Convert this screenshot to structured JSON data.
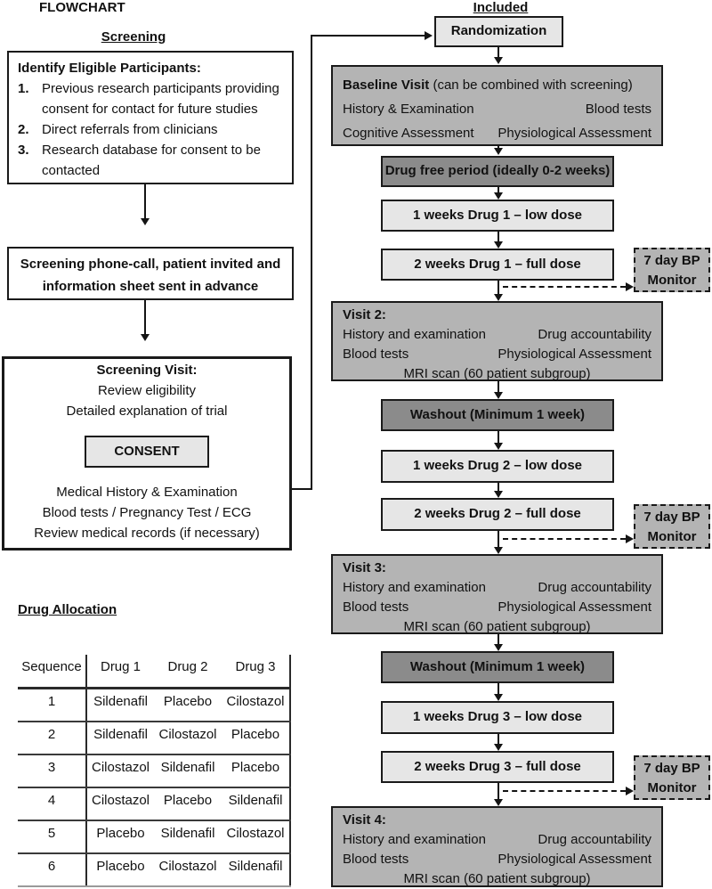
{
  "colors": {
    "box_light": "#e6e6e6",
    "box_medium": "#b4b4b4",
    "box_dark": "#8b8b8b",
    "border": "#1a1a1a"
  },
  "header": {
    "flowchart": "FLOWCHART"
  },
  "screening": {
    "heading": "Screening",
    "identify": {
      "title": "Identify Eligible Participants:",
      "items": [
        {
          "num": "1.",
          "text": "Previous research participants providing"
        },
        {
          "num": "",
          "text": "consent for contact for future studies"
        },
        {
          "num": "2.",
          "text": "Direct referrals from clinicians"
        },
        {
          "num": "3.",
          "text": "Research database for consent to be"
        },
        {
          "num": "",
          "text": "contacted"
        }
      ]
    },
    "phone_call": {
      "line1": "Screening phone-call, patient invited and",
      "line2": "information sheet sent in advance"
    },
    "visit": {
      "title": "Screening Visit:",
      "line1": "Review eligibility",
      "line2": "Detailed explanation of trial",
      "consent": "CONSENT",
      "line3": "Medical History & Examination",
      "line4": "Blood tests / Pregnancy Test / ECG",
      "line5": "Review medical records (if necessary)"
    }
  },
  "drug_allocation": {
    "heading": "Drug Allocation",
    "columns": [
      "Sequence",
      "Drug 1",
      "Drug 2",
      "Drug 3"
    ],
    "rows": [
      [
        "1",
        "Sildenafil",
        "Placebo",
        "Cilostazol"
      ],
      [
        "2",
        "Sildenafil",
        "Cilostazol",
        "Placebo"
      ],
      [
        "3",
        "Cilostazol",
        "Sildenafil",
        "Placebo"
      ],
      [
        "4",
        "Cilostazol",
        "Placebo",
        "Sildenafil"
      ],
      [
        "5",
        "Placebo",
        "Sildenafil",
        "Cilostazol"
      ],
      [
        "6",
        "Placebo",
        "Cilostazol",
        "Sildenafil"
      ]
    ]
  },
  "included": {
    "heading": "Included",
    "randomization": "Randomization",
    "baseline": {
      "title_bold": "Baseline Visit",
      "title_rest": " (can be combined with screening)",
      "row1_left": "History & Examination",
      "row1_right": "Blood tests",
      "row2_left": "Cognitive Assessment",
      "row2_right": "Physiological Assessment"
    },
    "drug_free": "Drug free period (ideally 0-2 weeks)",
    "washout": "Washout (Minimum 1 week)",
    "doses": {
      "d1_low": "1 weeks Drug 1 – low dose",
      "d1_full": "2 weeks Drug 1 – full dose",
      "d2_low": "1 weeks Drug 2 – low dose",
      "d2_full": "2 weeks Drug 2 – full dose",
      "d3_low": "1 weeks Drug 3 – low dose",
      "d3_full": "2 weeks Drug 3 – full dose"
    },
    "bp_monitor": {
      "line1": "7 day BP",
      "line2": "Monitor"
    },
    "visits": [
      {
        "title": "Visit 2:",
        "row1_left": "History and examination",
        "row1_right": "Drug accountability",
        "row2_left": "Blood tests",
        "row2_right": "Physiological Assessment",
        "row3": "MRI scan (60 patient subgroup)"
      },
      {
        "title": "Visit 3:",
        "row1_left": "History and examination",
        "row1_right": "Drug accountability",
        "row2_left": "Blood tests",
        "row2_right": "Physiological Assessment",
        "row3": "MRI scan (60 patient subgroup)"
      },
      {
        "title": "Visit 4:",
        "row1_left": "History and examination",
        "row1_right": "Drug accountability",
        "row2_left": "Blood tests",
        "row2_right": "Physiological Assessment",
        "row3": "MRI scan (60 patient subgroup)"
      }
    ]
  }
}
